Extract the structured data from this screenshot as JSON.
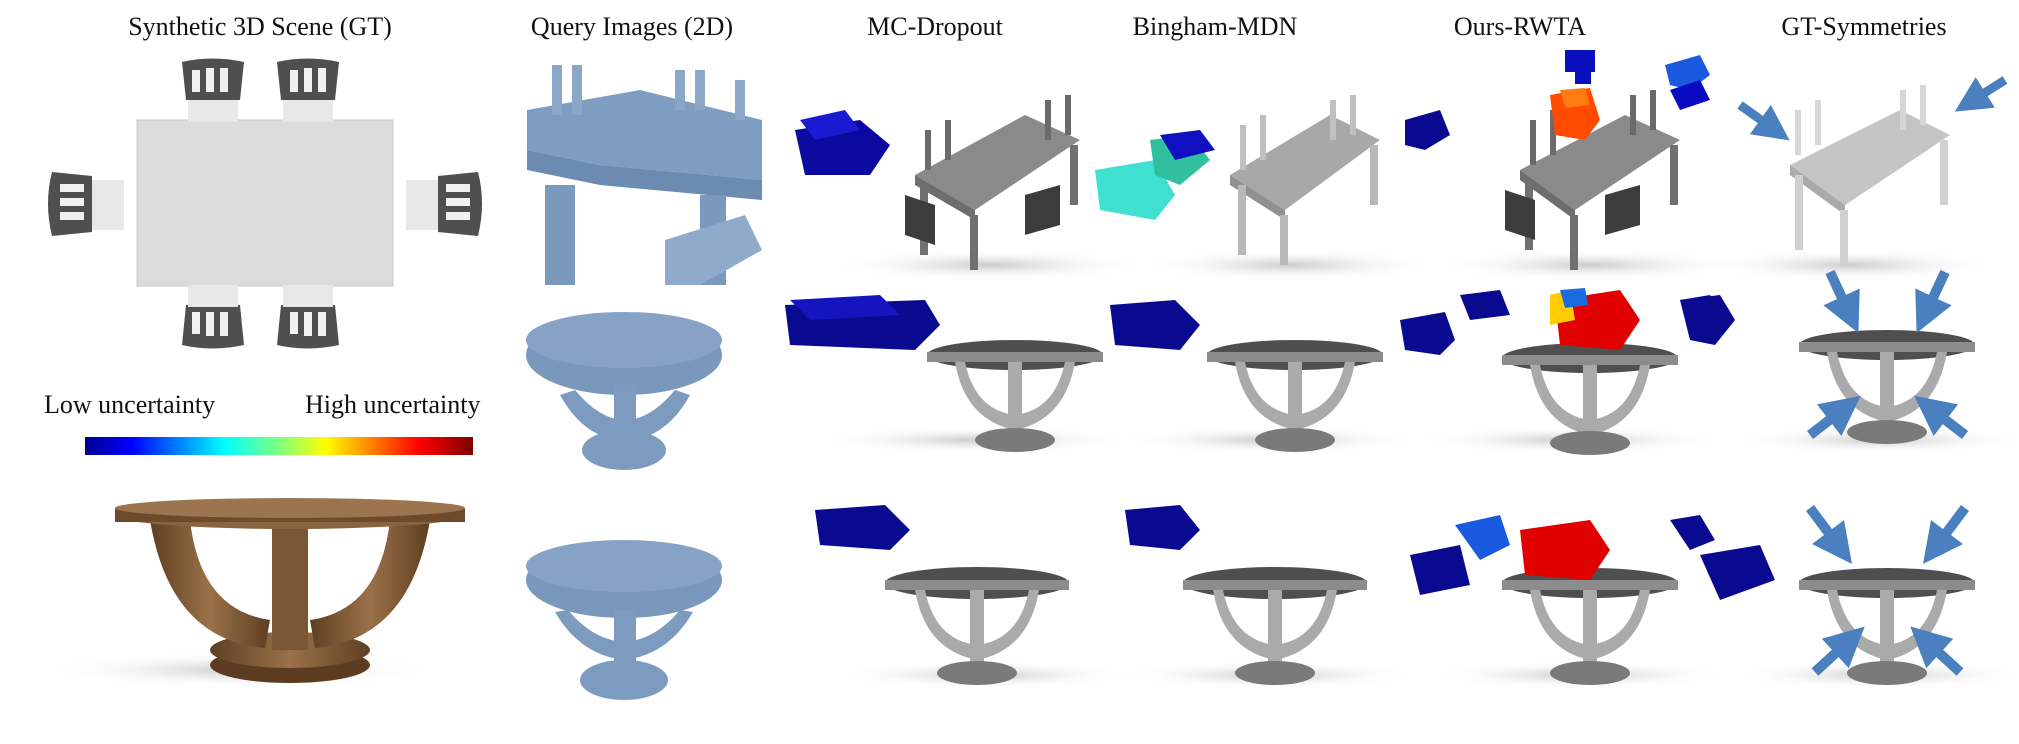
{
  "figure": {
    "column_headers": [
      "Synthetic 3D Scene (GT)",
      "Query Images (2D)",
      "MC-Dropout",
      "Bingham-MDN",
      "Ours-RWTA",
      "GT-Symmetries"
    ],
    "colorbar": {
      "low_label": "Low uncertainty",
      "high_label": "High uncertainty",
      "colormap": "jet"
    },
    "rows": [
      "dining-table-with-chairs",
      "round-pedestal-table",
      "round-pedestal-table"
    ],
    "colors": {
      "query_blue": "#7f9dc1",
      "arrow_blue": "#4a7fc0",
      "table_gray": "#8c8c8c",
      "table_top_dark": "#555555",
      "wood": "#7a5634"
    }
  }
}
